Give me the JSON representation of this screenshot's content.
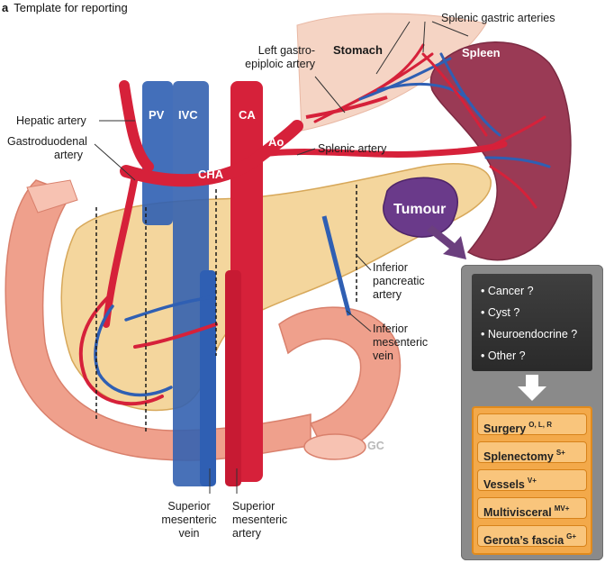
{
  "caption": {
    "letter": "a",
    "text": "Template for reporting"
  },
  "labels": {
    "splenic_gastric": "Splenic gastric arteries",
    "left_gastro_1": "Left gastro-",
    "left_gastro_2": "epiploic artery",
    "stomach": "Stomach",
    "spleen": "Spleen",
    "hepatic": "Hepatic artery",
    "gastroduodenal_1": "Gastroduodenal",
    "gastroduodenal_2": "artery",
    "pv": "PV",
    "ivc": "IVC",
    "ca": "CA",
    "ao": "Ao",
    "cha": "CHA",
    "splenic_artery": "Splenic artery",
    "tumour": "Tumour",
    "inf_pancreatic_1": "Inferior",
    "inf_pancreatic_2": "pancreatic",
    "inf_pancreatic_3": "artery",
    "inf_mesenteric_1": "Inferior",
    "inf_mesenteric_2": "mesenteric",
    "inf_mesenteric_3": "vein",
    "gc": "GC",
    "sup_mes_vein_1": "Superior",
    "sup_mes_vein_2": "mesenteric",
    "sup_mes_vein_3": "vein",
    "sup_mes_art_1": "Superior",
    "sup_mes_art_2": "mesenteric",
    "sup_mes_art_3": "artery"
  },
  "questions": [
    "• Cancer ?",
    "• Cyst ?",
    "• Neuroendocrine ?",
    "• Other ?"
  ],
  "options": [
    {
      "label": "Surgery",
      "sup": "O, L, R"
    },
    {
      "label": "Splenectomy",
      "sup": "S+"
    },
    {
      "label": "Vessels",
      "sup": "V+"
    },
    {
      "label": "Multivisceral",
      "sup": "MV+"
    },
    {
      "label": "Gerota’s fascia",
      "sup": "G+"
    }
  ],
  "colors": {
    "artery": "#d6213a",
    "vein": "#2f5fb3",
    "pancreas": "#f2cf8c",
    "spleen": "#9a3a55",
    "duodenum": "#efa08c",
    "stomach": "#f5d4c4",
    "tumour": "#6a3a8a",
    "panel": "#8a8a8a",
    "option_fill": "#f9c57c"
  }
}
